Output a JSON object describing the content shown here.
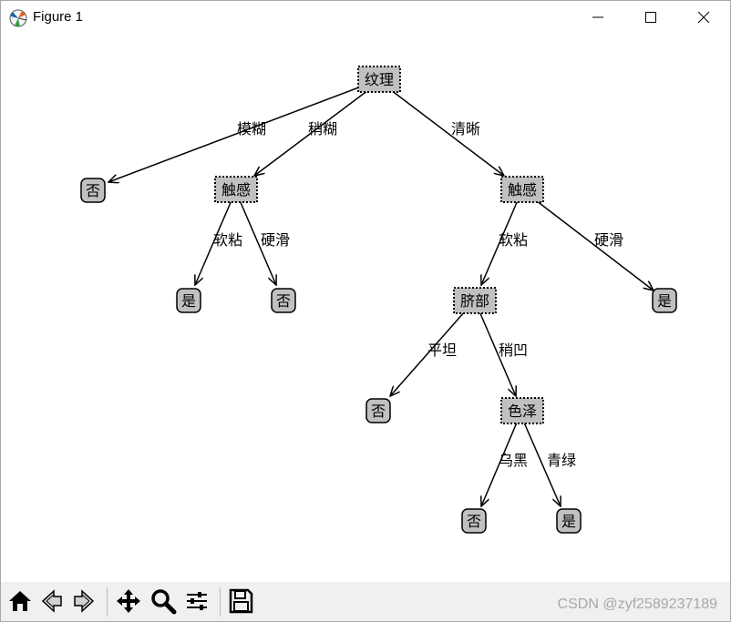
{
  "window": {
    "title": "Figure 1",
    "app_icon": "matplotlib-icon",
    "controls": [
      "minimize-icon",
      "maximize-icon",
      "close-icon"
    ]
  },
  "tree": {
    "root": "纹理",
    "nodes": {
      "n_wenli": "纹理",
      "n_fou1": "否",
      "n_chugan1": "触感",
      "n_shi1": "是",
      "n_fou2": "否",
      "n_chugan2": "触感",
      "n_qibu": "脐部",
      "n_shi2": "是",
      "n_fou3": "否",
      "n_seze": "色泽",
      "n_fou4": "否",
      "n_shi3": "是"
    },
    "edge_labels": {
      "e_mohu": "模糊",
      "e_shaohu": "稍糊",
      "e_qingxi": "清晰",
      "e_ruannian1": "软粘",
      "e_yinghua1": "硬滑",
      "e_ruannian2": "软粘",
      "e_yinghua2": "硬滑",
      "e_pingtan": "平坦",
      "e_shaoao": "稍凹",
      "e_wuhei": "乌黑",
      "e_qinglv": "青绿"
    },
    "node_kinds": {
      "decision": "zigzag-box",
      "leaf": "rounded-box"
    },
    "colors": {
      "node_fill": "#c0c0c0",
      "arrow": "#000000"
    }
  },
  "toolbar": {
    "buttons": [
      "home-icon",
      "back-icon",
      "forward-icon",
      "pan-icon",
      "zoom-icon",
      "configure-subplots-icon",
      "save-icon"
    ],
    "watermark": "CSDN @zyf2589237189"
  }
}
